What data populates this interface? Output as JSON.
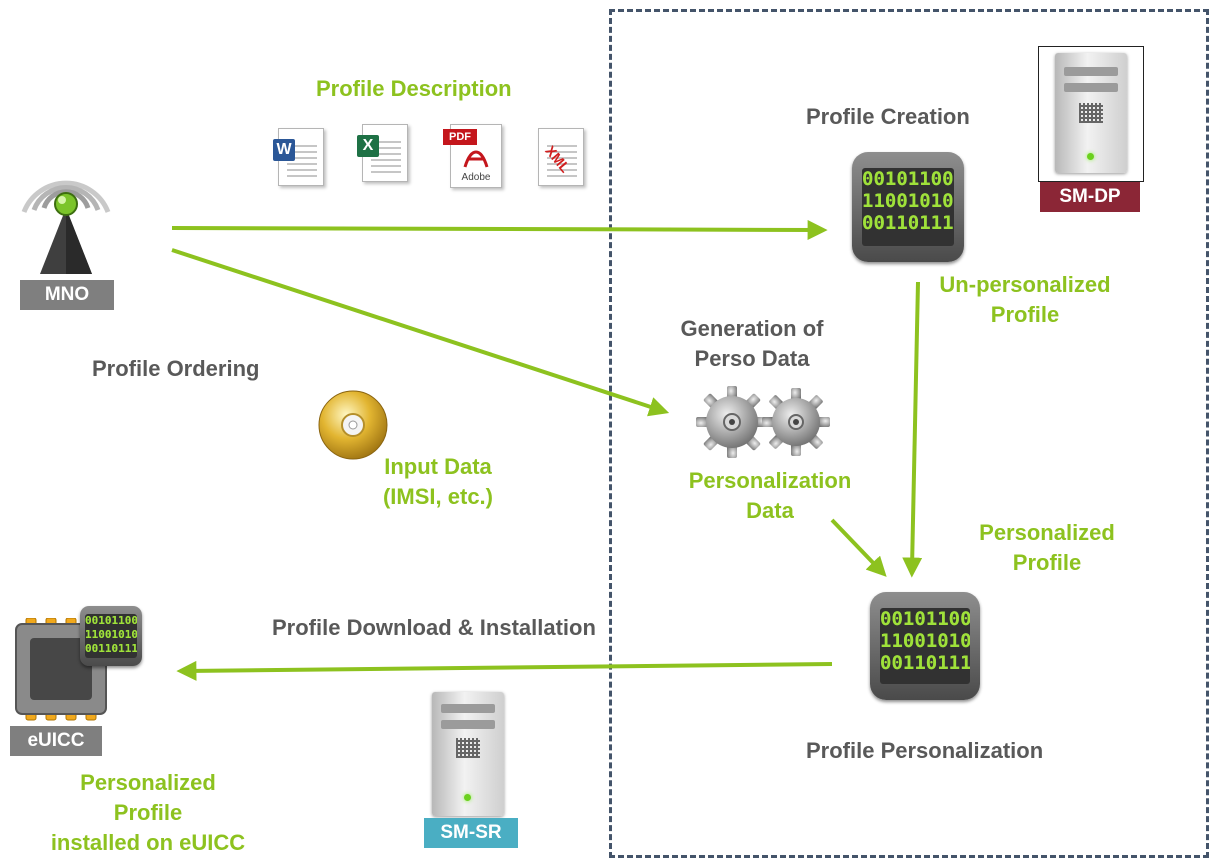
{
  "labels": {
    "profile_description": "Profile Description",
    "profile_creation": "Profile Creation",
    "un_personalized_line1": "Un-personalized",
    "un_personalized_line2": "Profile",
    "generation_line1": "Generation of",
    "generation_line2": "Perso Data",
    "profile_ordering": "Profile Ordering",
    "input_data_line1": "Input Data",
    "input_data_line2": "(IMSI, etc.)",
    "personalization_data_line1": "Personalization",
    "personalization_data_line2": "Data",
    "personalized_profile_line1": "Personalized",
    "personalized_profile_line2": "Profile",
    "download_installation": "Profile Download & Installation",
    "profile_personalization": "Profile Personalization",
    "installed_line1": "Personalized",
    "installed_line2": "Profile",
    "installed_line3": "installed on eUICC"
  },
  "entities": {
    "mno": "MNO",
    "sm_dp": "SM-DP",
    "sm_sr": "SM-SR",
    "euicc": "eUICC"
  },
  "binary_rows": [
    "00101100",
    "11001010",
    "00110111"
  ],
  "document_icons": {
    "word_badge": "W",
    "excel_badge": "X",
    "pdf_badge": "PDF",
    "pdf_brand": "Adobe",
    "xml_badge": "XML"
  },
  "colors": {
    "accent_green": "#8dc21f",
    "label_gray": "#595959",
    "sm_dp_tag": "#8b2636",
    "sm_sr_tag": "#4aaec3",
    "mno_tag": "#7f7f7f",
    "euicc_tag": "#7f7f7f",
    "dash_border": "#44546a"
  }
}
